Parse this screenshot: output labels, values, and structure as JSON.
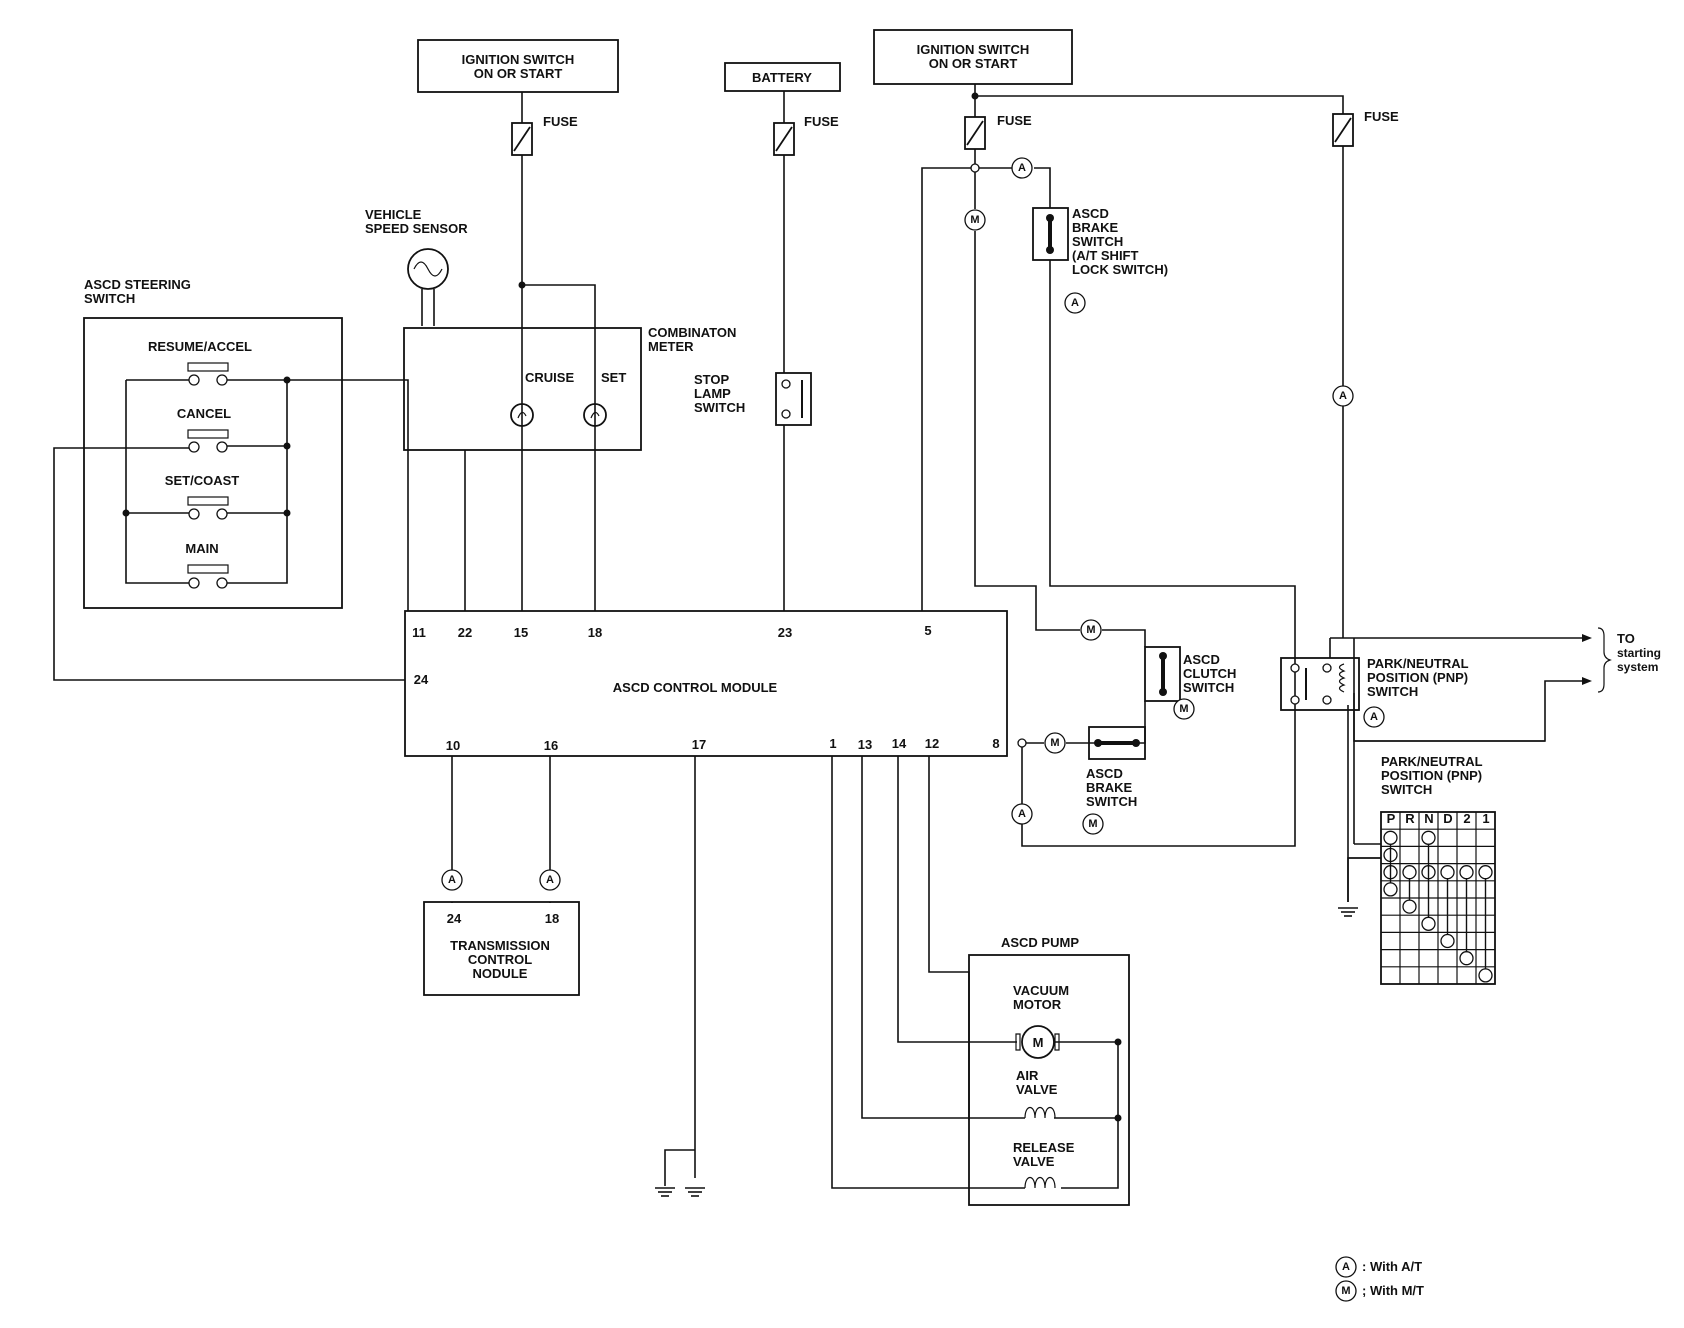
{
  "sources": {
    "ign1_line1": "IGNITION SWITCH",
    "ign1_line2": "ON OR START",
    "battery": "BATTERY",
    "ign2_line1": "IGNITION SWITCH",
    "ign2_line2": "ON OR START",
    "fuse": "FUSE"
  },
  "vss": {
    "line1": "VEHICLE",
    "line2": "SPEED SENSOR"
  },
  "steering": {
    "title1": "ASCD STEERING",
    "title2": "SWITCH",
    "resume": "RESUME/ACCEL",
    "cancel": "CANCEL",
    "setcoast": "SET/COAST",
    "main": "MAIN"
  },
  "meter": {
    "line1": "COMBINATON",
    "line2": "METER",
    "cruise": "CRUISE",
    "set": "SET"
  },
  "stop_lamp": {
    "line1": "STOP",
    "line2": "LAMP",
    "line3": "SWITCH"
  },
  "brake_at": {
    "line1": "ASCD",
    "line2": "BRAKE",
    "line3": "SWITCH",
    "line4": "(A/T SHIFT",
    "line5": "LOCK SWITCH)"
  },
  "module": {
    "label": "ASCD CONTROL MODULE",
    "pins_top": [
      "11",
      "22",
      "15",
      "18",
      "23",
      "5"
    ],
    "pin_left": "24",
    "pins_bottom": [
      "10",
      "16",
      "17",
      "1",
      "13",
      "14",
      "12",
      "8"
    ]
  },
  "clutch": {
    "line1": "ASCD",
    "line2": "CLUTCH",
    "line3": "SWITCH"
  },
  "brake_mt": {
    "line1": "ASCD",
    "line2": "BRAKE",
    "line3": "SWITCH"
  },
  "pnp": {
    "line1": "PARK/NEUTRAL",
    "line2": "POSITION (PNP)",
    "line3": "SWITCH"
  },
  "starting": {
    "line1": "TO",
    "line2": "starting",
    "line3": "system"
  },
  "pnp_table": {
    "title1": "PARK/NEUTRAL",
    "title2": "POSITION (PNP)",
    "title3": "SWITCH",
    "headers": [
      "P",
      "R",
      "N",
      "D",
      "2",
      "1"
    ]
  },
  "tcm": {
    "pins": [
      "24",
      "18"
    ],
    "line1": "TRANSMISSION",
    "line2": "CONTROL",
    "line3": "NODULE"
  },
  "pump": {
    "title": "ASCD PUMP",
    "vac1": "VACUUM",
    "vac2": "MOTOR",
    "motor_symbol": "M",
    "air1": "AIR",
    "air2": "VALVE",
    "rel1": "RELEASE",
    "rel2": "VALVE"
  },
  "markers": {
    "at": "A",
    "mt": "M"
  },
  "legend": {
    "at_text": ": With A/T",
    "mt_text": "; With M/T"
  }
}
